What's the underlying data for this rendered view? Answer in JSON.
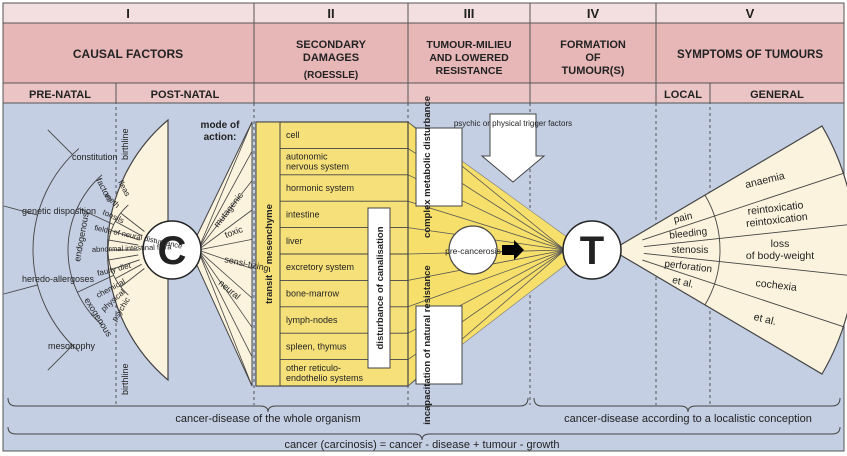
{
  "colors": {
    "header_band": "#e7b7b8",
    "roman_band": "#f3dfdf",
    "sub_band": "#ebc5c6",
    "background": "#c4cfe3",
    "fan_fill": "#fbf3dd",
    "ray_fill": "#f6df6a",
    "box_fill": "#f5e07a",
    "outline": "#444444"
  },
  "columns": {
    "roman": [
      "I",
      "II",
      "III",
      "IV",
      "V"
    ],
    "col1_title": "CAUSAL FACTORS",
    "col2_title_1": "SECONDARY",
    "col2_title_2": "DAMAGES",
    "col2_title_3": "(ROESSLE)",
    "col3_title_1": "TUMOUR-MILIEU",
    "col3_title_2": "AND LOWERED",
    "col3_title_3": "RESISTANCE",
    "col4_title_1": "FORMATION",
    "col4_title_2": "OF",
    "col4_title_3": "TUMOUR(S)",
    "col5_title": "SYMPTOMS OF TUMOURS"
  },
  "subheaders": {
    "pre_natal": "PRE-NATAL",
    "post_natal": "POST-NATAL",
    "local": "LOCAL",
    "general": "GENERAL"
  },
  "left_fan": {
    "outer_labels": [
      "constitution",
      "genetic disposition",
      "heredo-allergoses",
      "mesotrophy"
    ],
    "endogenous": "endogenous",
    "exogenous": "exogenous",
    "factors": "factors",
    "inner_labels": [
      "fleas",
      "teeth",
      "tonsils",
      "fields of neural disturbance",
      "abnormal intestinal flora",
      "faulty diet",
      "chemical",
      "physical",
      "psychic"
    ],
    "birthline_top": "birthline",
    "birthline_bottom": "birthline"
  },
  "mode": {
    "title_1": "mode of",
    "title_2": "action:",
    "items": [
      "mutagenic",
      "toxic",
      "sensi-tizing",
      "neural"
    ]
  },
  "circle_c": "C",
  "circle_t": "T",
  "precancerosis": "pre-cancerosis",
  "transit": "transit – mesenchyme",
  "organs": [
    "cell",
    "autonomic nervous system",
    "hormonic system",
    "intestine",
    "liver",
    "excretory system",
    "bone-marrow",
    "lymph-nodes",
    "spleen, thymus",
    "other reticulo-endothelio systems"
  ],
  "canalisation": "disturbance of canalisation",
  "complex_metabolic": "complex metabolic disturbance",
  "incapacitation": "incapacitation of natural resistance",
  "trigger": "psychic or physical trigger factors",
  "local_symptoms": [
    "pain",
    "bleeding",
    "stenosis",
    "perforation",
    "et al."
  ],
  "general_symptoms": [
    "anaemia",
    "reintoxication",
    "loss of body-weight",
    "cochexia",
    "et al."
  ],
  "bottom": {
    "whole_organism": "cancer-disease of the whole organism",
    "localistic": "cancer-disease according to a localistic conception",
    "formula": "cancer (carcinosis) = cancer - disease + tumour - growth"
  }
}
